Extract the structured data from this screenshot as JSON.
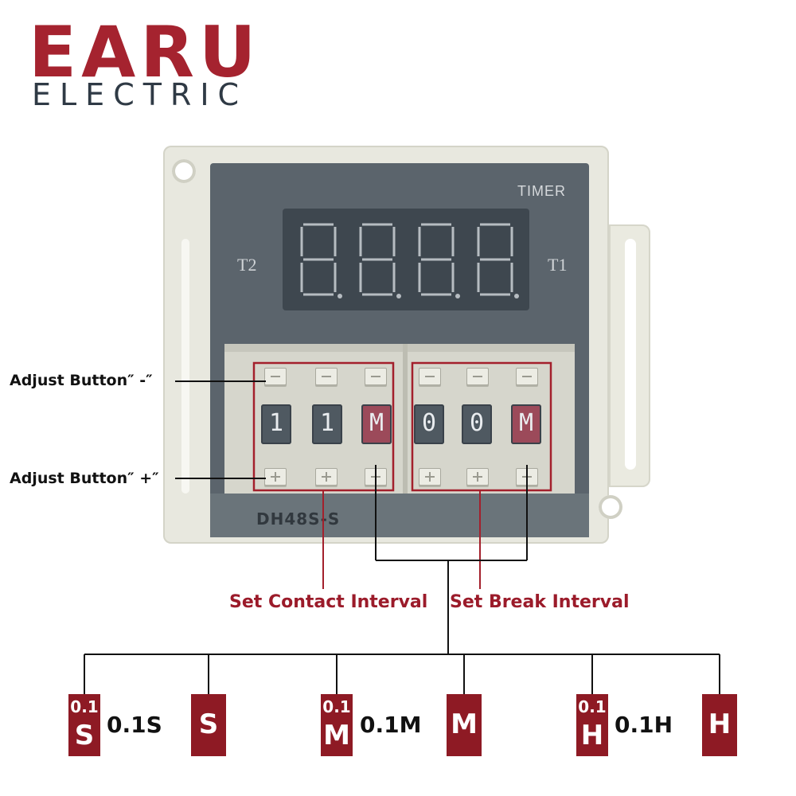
{
  "brand": {
    "name": "EARU",
    "sub": "ELECTRIC",
    "color": "#a5232f"
  },
  "device": {
    "timer_label": "TIMER",
    "t2_label": "T2",
    "t1_label": "T1",
    "model": "DH48S-S",
    "display_digits": [
      "8.",
      "8.",
      "8.",
      "8."
    ],
    "contact_dials": [
      "1",
      "1",
      "M"
    ],
    "break_dials": [
      "0",
      "0",
      "M"
    ]
  },
  "callouts": {
    "minus_button": "Adjust Button″ -″",
    "plus_button": "Adjust Button″ +″",
    "contact_interval": "Set Contact Interval",
    "break_interval": "Set Break Interval",
    "accent_color": "#9b1b2a"
  },
  "units": [
    {
      "top": "0.1",
      "bottom": "S",
      "caption": "0.1S"
    },
    {
      "main": "S"
    },
    {
      "top": "0.1",
      "bottom": "M",
      "caption": "0.1M"
    },
    {
      "main": "M"
    },
    {
      "top": "0.1",
      "bottom": "H",
      "caption": "0.1H"
    },
    {
      "main": "H"
    }
  ],
  "unit_color": "#8e1a24"
}
